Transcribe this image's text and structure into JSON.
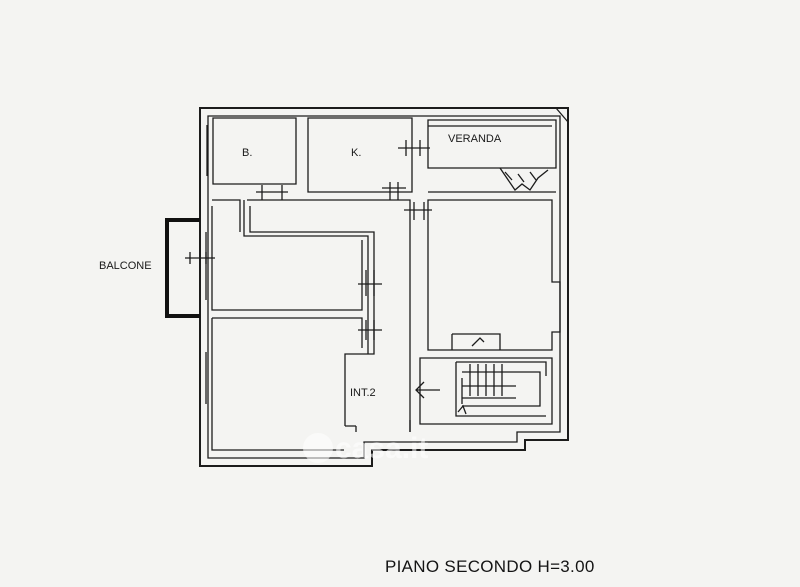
{
  "rooms": {
    "bath": "B.",
    "kitchen": "K.",
    "veranda": "VERANDA",
    "balcony": "BALCONE",
    "unit": "INT.2"
  },
  "caption": "PIANO SECONDO  H=3.00",
  "watermark": "casa.it"
}
